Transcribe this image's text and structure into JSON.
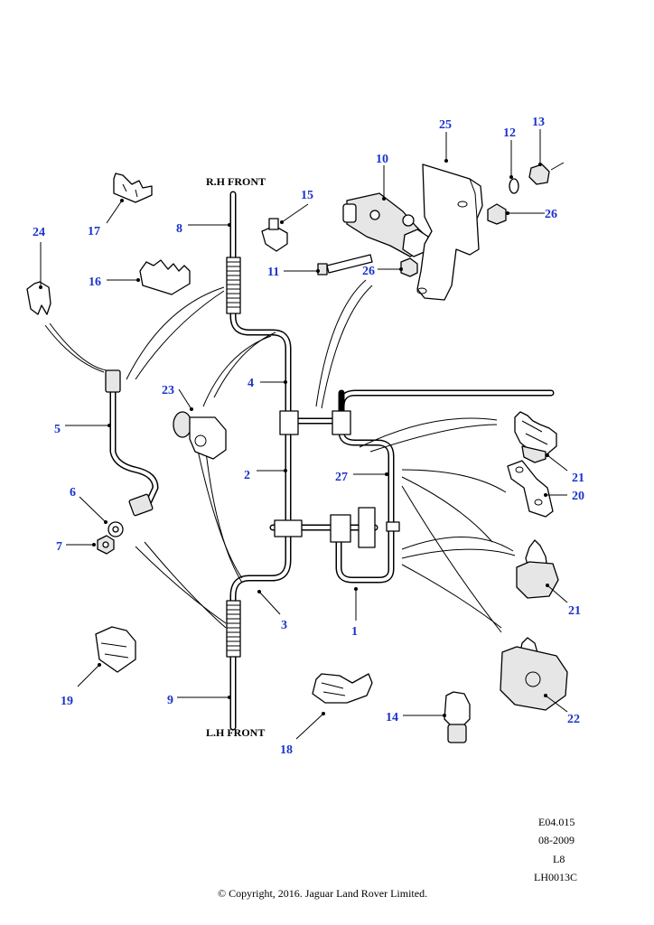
{
  "diagram": {
    "labels": {
      "rh_front": "R.H FRONT",
      "lh_front": "L.H FRONT"
    },
    "callouts": {
      "c1": "1",
      "c2": "2",
      "c3": "3",
      "c4": "4",
      "c5": "5",
      "c6": "6",
      "c7": "7",
      "c8": "8",
      "c9": "9",
      "c10": "10",
      "c11": "11",
      "c12": "12",
      "c13": "13",
      "c14": "14",
      "c15": "15",
      "c16": "16",
      "c17": "17",
      "c18": "18",
      "c19": "19",
      "c20": "20",
      "c21a": "21",
      "c21b": "21",
      "c22": "22",
      "c23": "23",
      "c24": "24",
      "c25": "25",
      "c26a": "26",
      "c26b": "26",
      "c27": "27"
    },
    "footer": {
      "code": "E04.015",
      "date": "08-2009",
      "level": "L8",
      "ref": "LH0013C",
      "copyright": "© Copyright, 2016. Jaguar Land Rover Limited."
    },
    "colors": {
      "callout": "#1a33cc",
      "line": "#000000",
      "background": "#ffffff"
    }
  }
}
